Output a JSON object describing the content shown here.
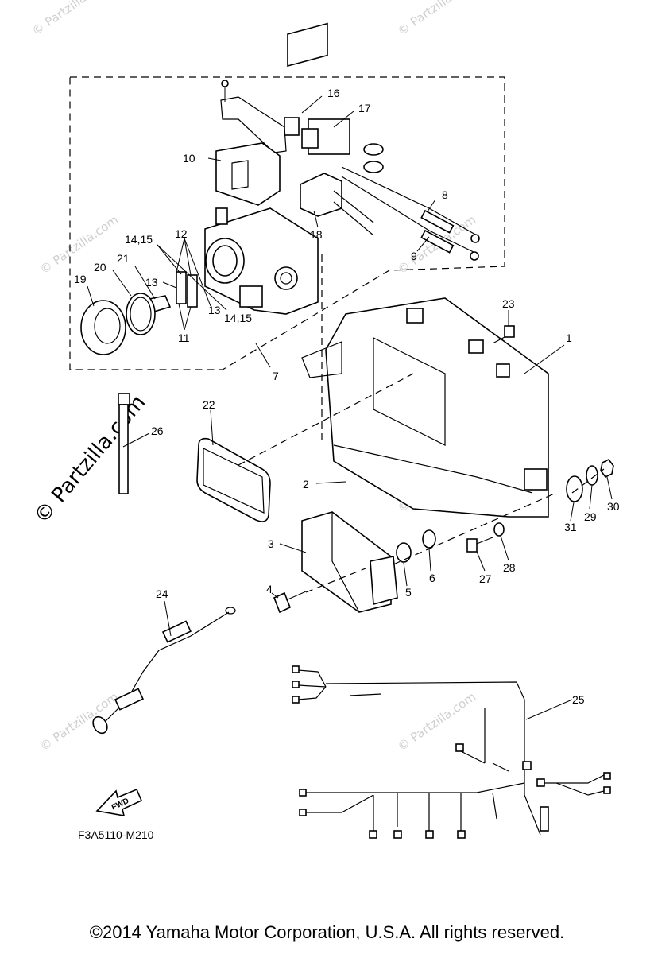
{
  "watermark": {
    "text": "© Partzilla.com",
    "main": "© Partzilla.com"
  },
  "diagram_code": "F3A5110-M210",
  "fwd_label": "FWD",
  "copyright": "©2014  Yamaha Motor Corporation, U.S.A. All rights reserved.",
  "callouts": {
    "c1": "1",
    "c2": "2",
    "c3": "3",
    "c4": "4",
    "c5": "5",
    "c6": "6",
    "c7": "7",
    "c8": "8",
    "c9": "9",
    "c10": "10",
    "c11": "11",
    "c12": "12",
    "c13a": "13",
    "c13b": "13",
    "c1415a": "14,15",
    "c1415b": "14,15",
    "c16": "16",
    "c17": "17",
    "c18": "18",
    "c19": "19",
    "c20": "20",
    "c21": "21",
    "c22": "22",
    "c23": "23",
    "c24": "24",
    "c25": "25",
    "c26": "26",
    "c27": "27",
    "c28": "28",
    "c29": "29",
    "c30": "30",
    "c31": "31"
  }
}
